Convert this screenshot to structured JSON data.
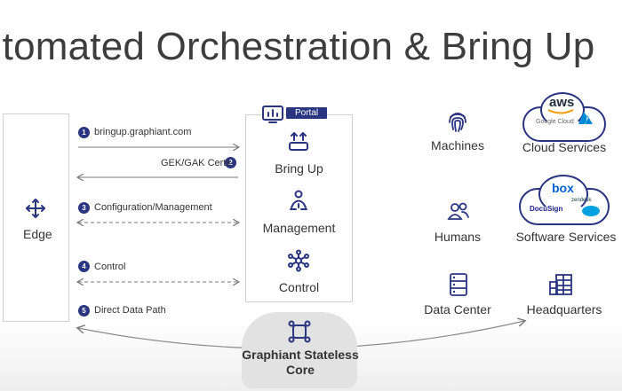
{
  "title": "utomated Orchestration & Bring Up",
  "edge": {
    "label": "Edge"
  },
  "steps": [
    {
      "num": "1",
      "label": "bringup.graphiant.com"
    },
    {
      "num": "2",
      "label": "GEK/GAK Certs"
    },
    {
      "num": "3",
      "label": "Configuration/Management"
    },
    {
      "num": "4",
      "label": "Control"
    },
    {
      "num": "5",
      "label": "Direct Data Path"
    }
  ],
  "portal": {
    "tag": "Portal",
    "items": [
      {
        "label": "Bring Up",
        "icon": "bring-up-icon"
      },
      {
        "label": "Management",
        "icon": "management-icon"
      },
      {
        "label": "Control",
        "icon": "control-icon"
      }
    ]
  },
  "destinations": [
    {
      "label": "Machines",
      "icon": "fingerprint-icon"
    },
    {
      "label": "Cloud Services",
      "icon": "cloud-services-icon"
    },
    {
      "label": "Humans",
      "icon": "humans-icon"
    },
    {
      "label": "Software Services",
      "icon": "software-services-icon"
    },
    {
      "label": "Data Center",
      "icon": "server-icon"
    },
    {
      "label": "Headquarters",
      "icon": "building-icon"
    }
  ],
  "cloud_logos": {
    "aws": "aws",
    "google": "Google Cloud",
    "box": "box",
    "docusign": "DocuSign",
    "zendesk": "zendesk"
  },
  "core": {
    "line1": "Graphiant Stateless",
    "line2": "Core"
  },
  "colors": {
    "accent": "#2a3582",
    "line": "#7a7a7a",
    "box_border": "#cfcfcf"
  }
}
